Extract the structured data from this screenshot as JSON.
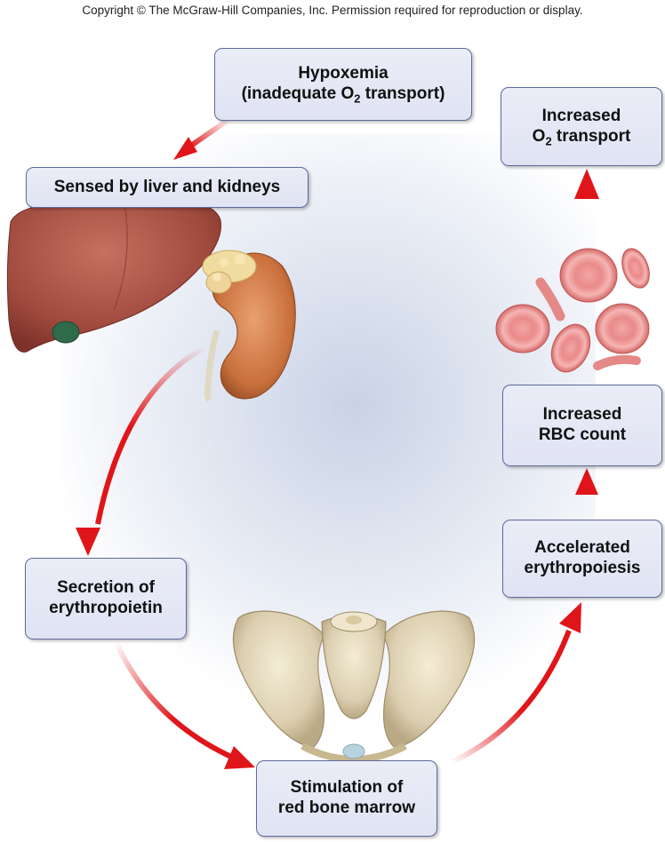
{
  "copyright": "Copyright © The McGraw-Hill Companies, Inc. Permission required for reproduction or display.",
  "steps": {
    "hypoxemia": {
      "line1": "Hypoxemia",
      "line2_pre": "(inadequate O",
      "line2_sub": "2",
      "line2_post": " transport)"
    },
    "sensed": {
      "line1": "Sensed by liver and kidneys"
    },
    "secretion": {
      "line1": "Secretion of",
      "line2": "erythropoietin"
    },
    "stimulation": {
      "line1": "Stimulation of",
      "line2": "red bone marrow"
    },
    "accelerated": {
      "line1": "Accelerated",
      "line2": "erythropoiesis"
    },
    "rbc_count": {
      "line1": "Increased",
      "line2": "RBC count"
    },
    "o2_transport": {
      "line1": "Increased",
      "line2_pre": "O",
      "line2_sub": "2",
      "line2_post": " transport"
    }
  },
  "colors": {
    "arrow": "#e0151a",
    "box_border": "#5e6a9a",
    "box_fill": "#e6e8f5"
  }
}
